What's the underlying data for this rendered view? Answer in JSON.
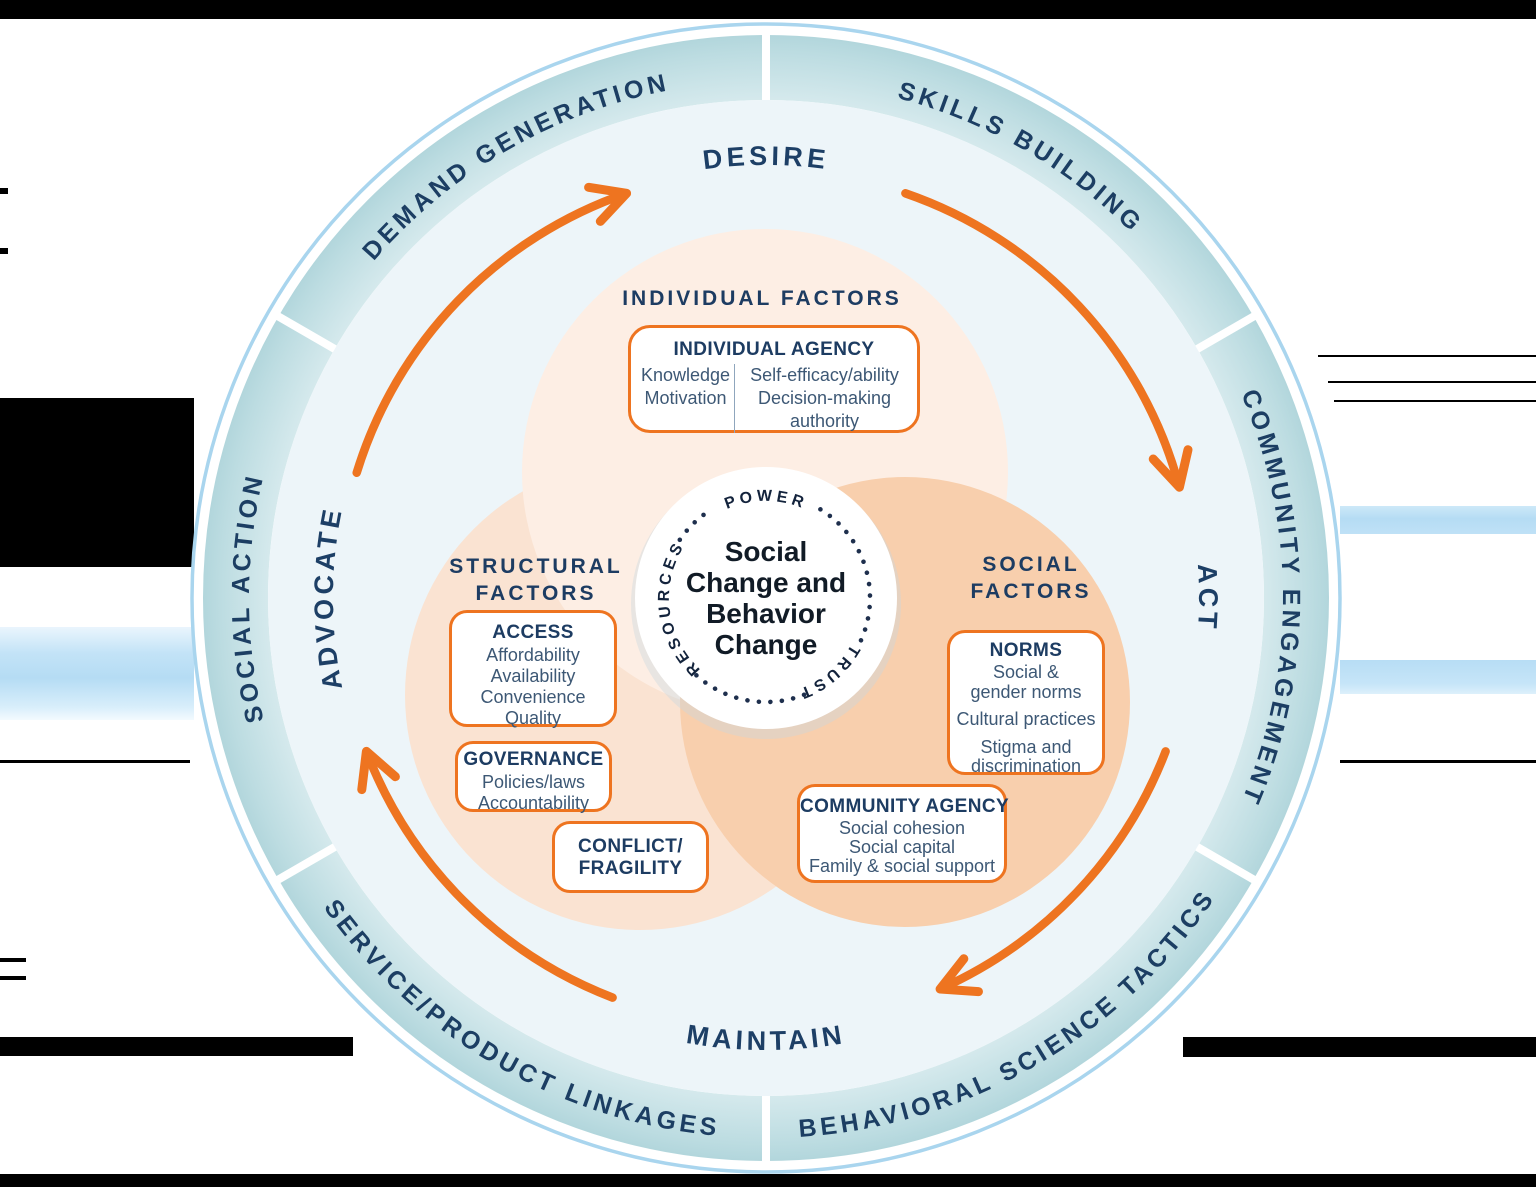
{
  "center": {
    "lines": [
      "Social",
      "Change and",
      "Behavior",
      "Change"
    ],
    "ring_words": {
      "top": "POWER",
      "right": "TRUST",
      "left": "RESOURCES"
    }
  },
  "outer_ring": {
    "segments": [
      {
        "label": "DEMAND GENERATION"
      },
      {
        "label": "SKILLS BUILDING"
      },
      {
        "label": "COMMUNITY ENGAGEMENT"
      },
      {
        "label": "BEHAVIORAL SCIENCE TACTICS"
      },
      {
        "label": "SERVICE/PRODUCT LINKAGES"
      },
      {
        "label": "SOCIAL ACTION"
      }
    ]
  },
  "cycle": {
    "steps": [
      {
        "label": "DESIRE"
      },
      {
        "label": "ACT"
      },
      {
        "label": "MAINTAIN"
      },
      {
        "label": "ADVOCATE"
      }
    ]
  },
  "factors": {
    "individual": {
      "heading": "INDIVIDUAL FACTORS",
      "agency": {
        "title": "INDIVIDUAL AGENCY",
        "left_items": [
          "Knowledge",
          "Motivation"
        ],
        "right_items": [
          "Self-efficacy/ability",
          "Decision-making authority"
        ]
      }
    },
    "structural": {
      "heading_line1": "STRUCTURAL",
      "heading_line2": "FACTORS",
      "access": {
        "title": "ACCESS",
        "items": [
          "Affordability",
          "Availability",
          "Convenience",
          "Quality"
        ]
      },
      "governance": {
        "title": "GOVERNANCE",
        "items": [
          "Policies/laws",
          "Accountability"
        ]
      },
      "conflict": {
        "title_line1": "CONFLICT/",
        "title_line2": "FRAGILITY"
      }
    },
    "social": {
      "heading_line1": "SOCIAL",
      "heading_line2": "FACTORS",
      "norms": {
        "title": "NORMS",
        "items": [
          "Social & gender norms",
          "Cultural practices",
          "Stigma and discrimination"
        ]
      },
      "community_agency": {
        "title": "COMMUNITY AGENCY",
        "items": [
          "Social cohesion",
          "Social capital",
          "Family & social support"
        ]
      }
    }
  },
  "palette": {
    "navy": "#1c3e63",
    "navy_body": "#3d5875",
    "orange": "#ee7420",
    "ring_teal": "#b7dade",
    "ring_teal_light": "#dcedf0",
    "inner_bg": "#edf5f9",
    "circle_individual": "#fdeee4",
    "circle_structural": "#fae3d2",
    "circle_social": "#f8cfad",
    "outer_line_blue": "#a9d5ee",
    "page_stripe_blue": "#bfe2f6",
    "hub_dot_navy": "#1e2f4d",
    "center_text": "#111b26",
    "artifact_black": "#000000"
  }
}
